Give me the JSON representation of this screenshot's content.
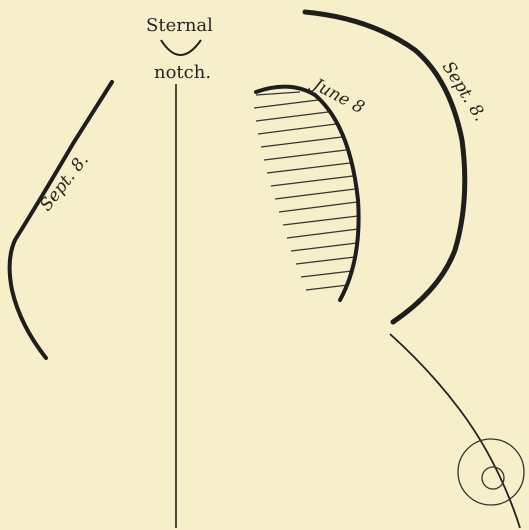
{
  "background_color": "#f7efc9",
  "ink_color": "#222222",
  "labels": {
    "sternal": "Sternal",
    "notch": "notch.",
    "sept_left": "Sept. 8.",
    "june": "June 8",
    "sept_right": "Sept. 8."
  }
}
